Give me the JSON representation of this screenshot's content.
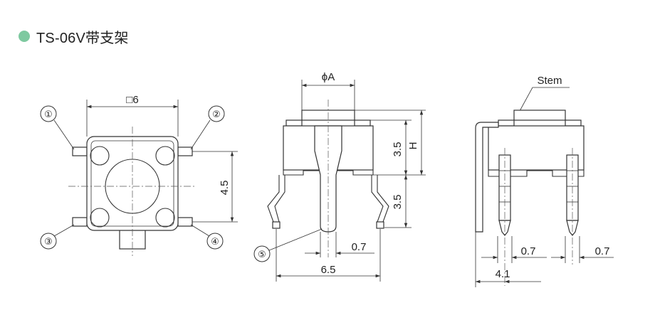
{
  "header": {
    "title": "TS-06V带支架",
    "dot_color": "#7ec9a0"
  },
  "top_view": {
    "dim_width": "□6",
    "dim_pitch": "4.5",
    "pins": [
      "①",
      "②",
      "③",
      "④"
    ]
  },
  "front_view": {
    "dim_diameter": "ϕA",
    "dim_body_height": "3.5",
    "dim_stem_height": "H",
    "dim_lead_length": "3.5",
    "dim_lead_width": "0.7",
    "dim_overall_width": "6.5",
    "bracket_label": "⑤"
  },
  "side_view": {
    "stem_label": "Stem",
    "dim_lead_width_left": "0.7",
    "dim_lead_width_right": "0.7",
    "dim_depth": "4.1"
  }
}
